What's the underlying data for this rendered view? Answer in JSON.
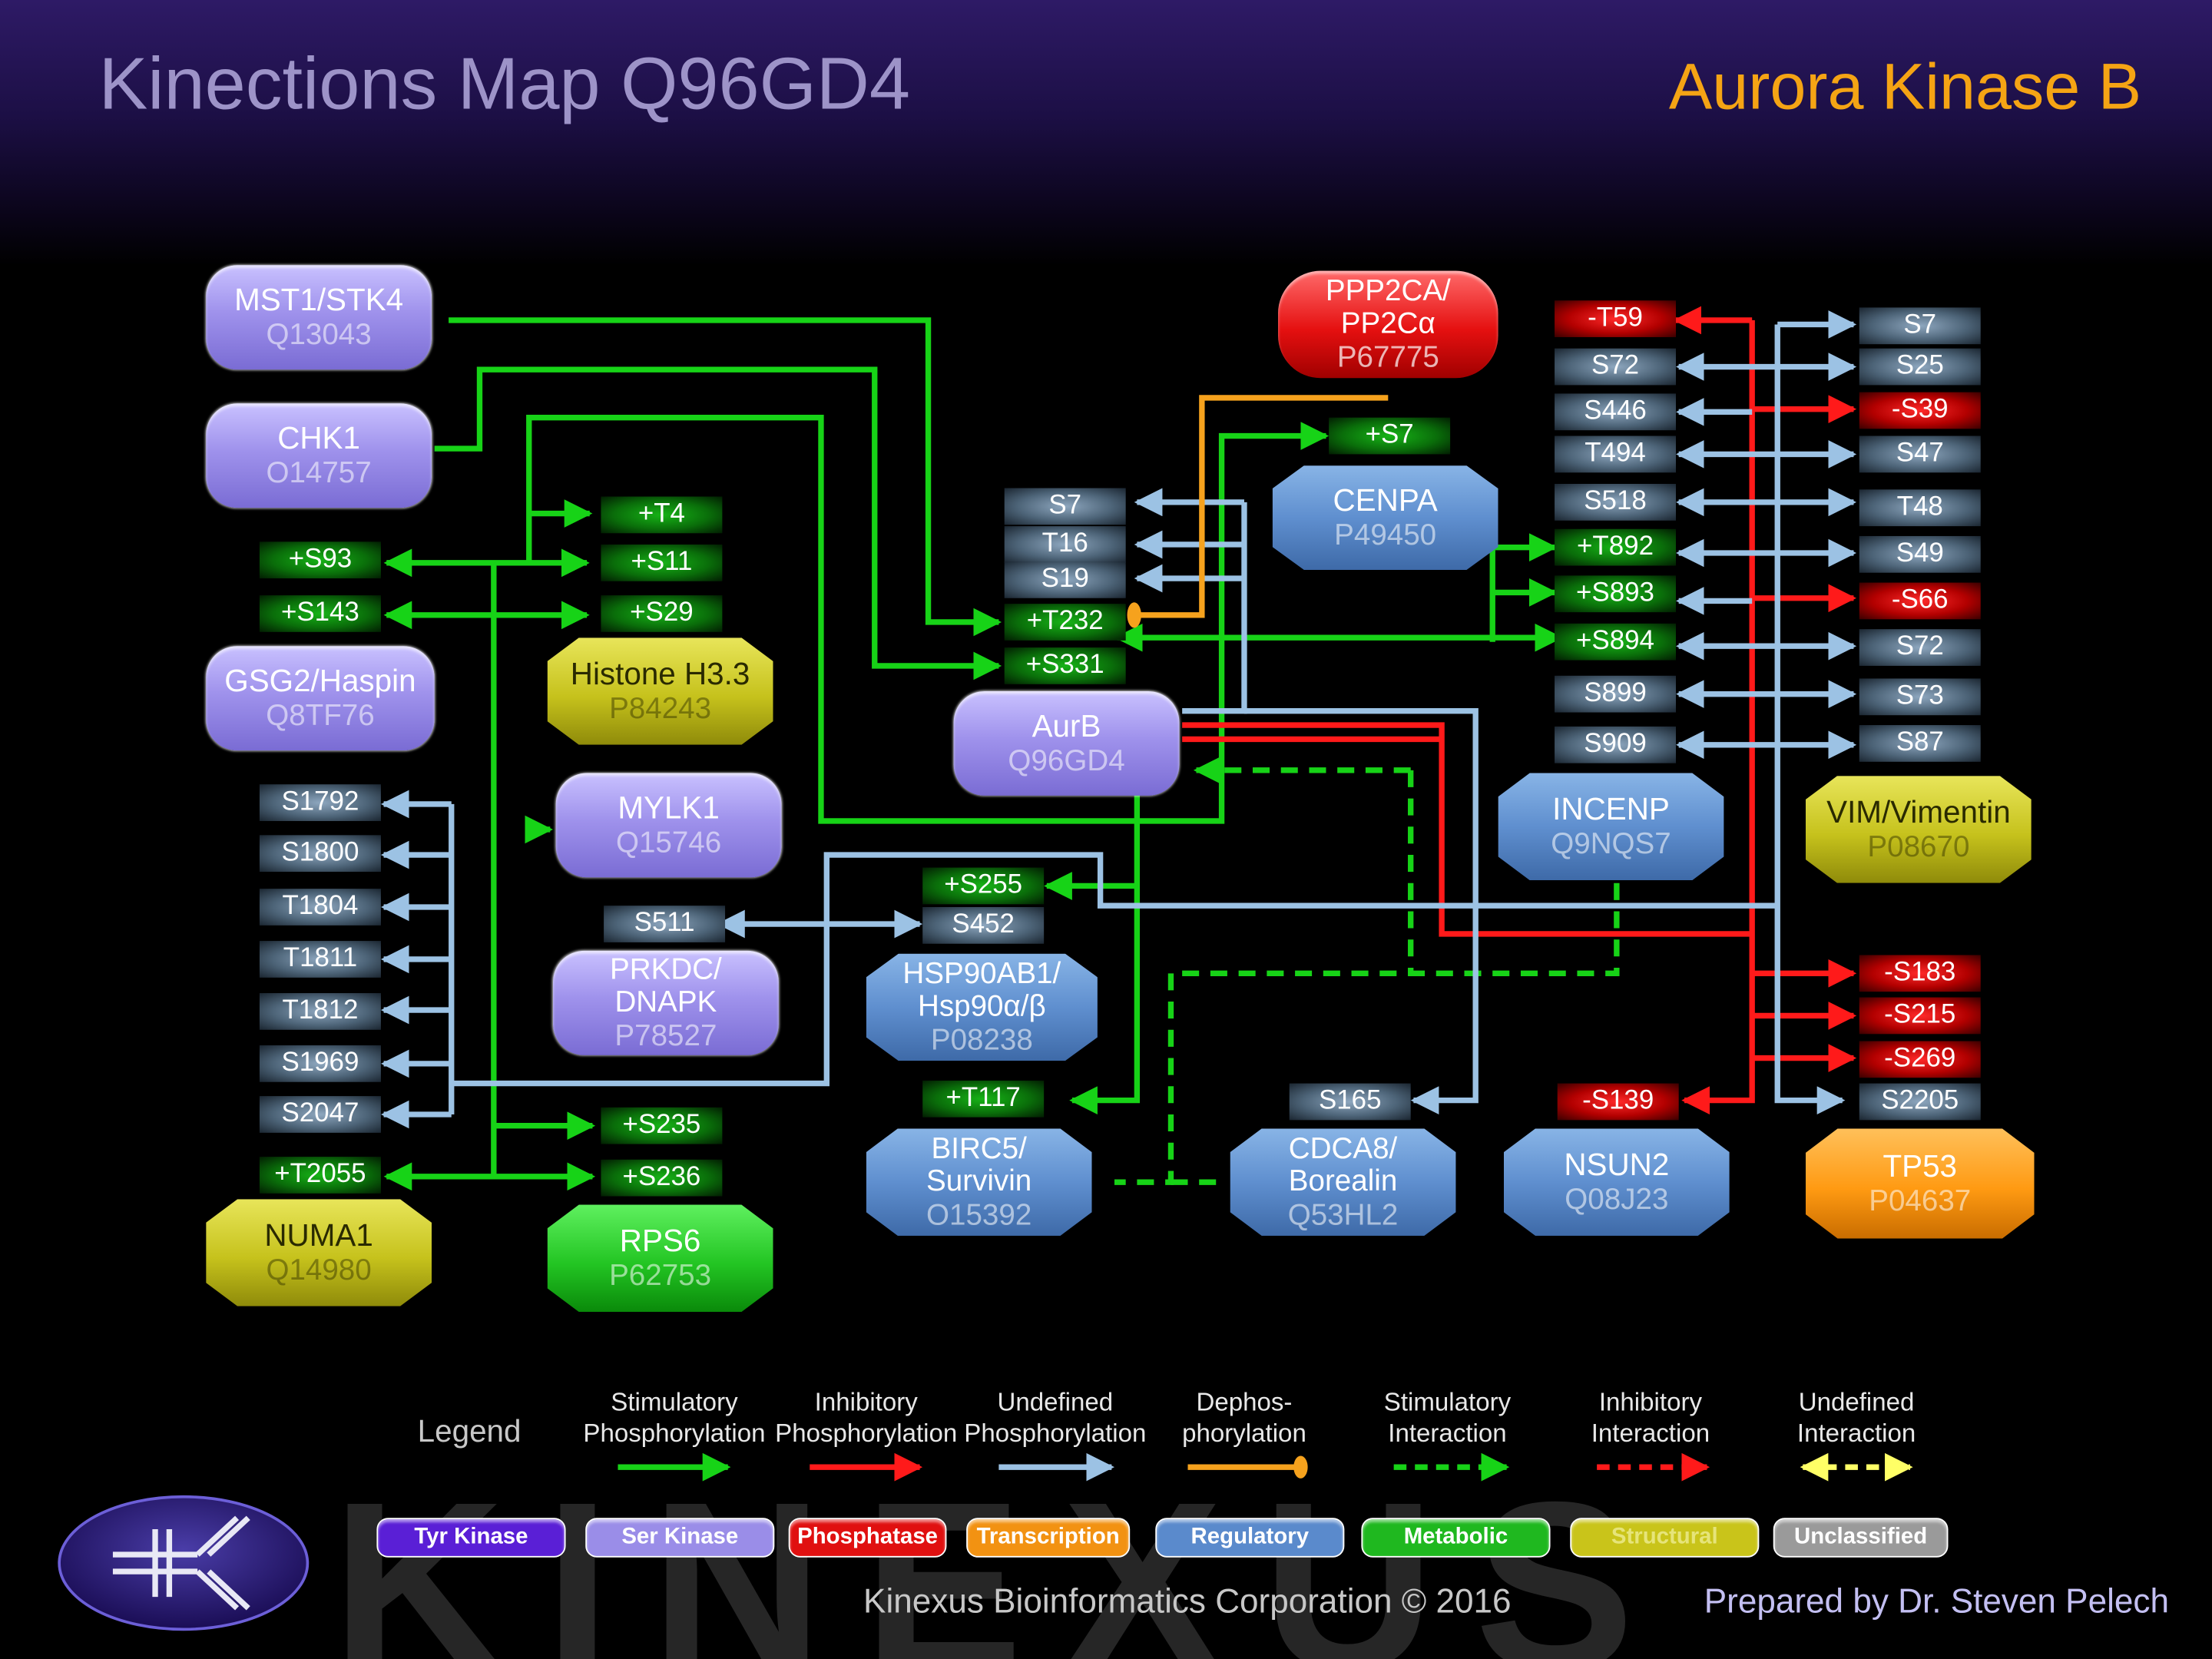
{
  "header": {
    "title": "Kinections Map Q96GD4",
    "subtitle": "Aurora Kinase B"
  },
  "nodes": {
    "mst1": {
      "name": "MST1/STK4",
      "acc": "Q13043"
    },
    "chk1": {
      "name": "CHK1",
      "acc": "O14757"
    },
    "haspin": {
      "name": "GSG2/Haspin",
      "acc": "Q8TF76"
    },
    "h33": {
      "name": "Histone H3.3",
      "acc": "P84243"
    },
    "mylk1": {
      "name": "MYLK1",
      "acc": "Q15746"
    },
    "prkdc_1": "PRKDC/",
    "prkdc_2": "DNAPK",
    "prkdc_acc": "P78527",
    "numa1": {
      "name": "NUMA1",
      "acc": "Q14980"
    },
    "rps6": {
      "name": "RPS6",
      "acc": "P62753"
    },
    "pp2ca_1": "PPP2CA/",
    "pp2ca_2": "PP2Cα",
    "pp2ca_acc": "P67775",
    "cenpa": {
      "name": "CENPA",
      "acc": "P49450"
    },
    "aurb": {
      "name": "AurB",
      "acc": "Q96GD4"
    },
    "hsp90_1": "HSP90AB1/",
    "hsp90_2": "Hsp90α/β",
    "hsp90_acc": "P08238",
    "birc5_1": "BIRC5/",
    "birc5_2": "Survivin",
    "birc5_acc": "O15392",
    "cdca8_1": "CDCA8/",
    "cdca8_2": "Borealin",
    "cdca8_acc": "Q53HL2",
    "incenp": {
      "name": "INCENP",
      "acc": "Q9NQS7"
    },
    "nsun2": {
      "name": "NSUN2",
      "acc": "Q08J23"
    },
    "vim": {
      "name": "VIM/Vimentin",
      "acc": "P08670"
    },
    "tp53": {
      "name": "TP53",
      "acc": "P04637"
    }
  },
  "sites": {
    "h3_t4": "+T4",
    "h3_s11": "+S11",
    "h3_s29": "+S29",
    "has_s93": "+S93",
    "has_s143": "+S143",
    "numa": [
      "S1792",
      "S1800",
      "T1804",
      "T1811",
      "T1812",
      "S1969",
      "S2047",
      "+T2055"
    ],
    "rps6_s235": "+S235",
    "rps6_s236": "+S236",
    "aurb": [
      "S7",
      "T16",
      "S19",
      "+T232",
      "+S331"
    ],
    "cenpa_s7": "+S7",
    "hsp_s255": "+S255",
    "hsp_s452": "S452",
    "prkdc_s511": "S511",
    "birc5_t117": "+T117",
    "cdca8_s165": "S165",
    "incenp": [
      "-T59",
      "S72",
      "S446",
      "T494",
      "S518",
      "+T892",
      "+S893",
      "+S894",
      "S899",
      "S909"
    ],
    "vim": [
      "S7",
      "S25",
      "-S39",
      "S47",
      "T48",
      "S49",
      "-S66",
      "S72",
      "S73",
      "S87"
    ],
    "tp53": [
      "-S183",
      "-S215",
      "-S269",
      "S2205"
    ],
    "nsun2_s139": "-S139"
  },
  "legend": {
    "heading": "Legend",
    "lines": [
      {
        "l1": "Stimulatory",
        "l2": "Phosphorylation",
        "color": "#17d317"
      },
      {
        "l1": "Inhibitory",
        "l2": "Phosphorylation",
        "color": "#ff1a1a"
      },
      {
        "l1": "Undefined",
        "l2": "Phosphorylation",
        "color": "#9cc2e4"
      },
      {
        "l1": "Dephos-",
        "l2": "phorylation",
        "color": "#f6a21d"
      },
      {
        "l1": "Stimulatory",
        "l2": "Interaction",
        "color": "#17d317"
      },
      {
        "l1": "Inhibitory",
        "l2": "Interaction",
        "color": "#ff1a1a"
      },
      {
        "l1": "Undefined",
        "l2": "Interaction",
        "color": "#ffff66"
      }
    ],
    "chips": [
      {
        "label": "Tyr Kinase",
        "color": "#5a1fd6"
      },
      {
        "label": "Ser Kinase",
        "color": "#9a8de8"
      },
      {
        "label": "Phosphatase",
        "color": "#e01010"
      },
      {
        "label": "Transcription",
        "color": "#f29212"
      },
      {
        "label": "Regulatory",
        "color": "#5a8acc"
      },
      {
        "label": "Metabolic",
        "color": "#1fb81f"
      },
      {
        "label": "Structural",
        "color": "#c9c41a"
      },
      {
        "label": "Unclassified",
        "color": "#9a9a9a"
      }
    ]
  },
  "footer": {
    "left": "Kinexus Bioinformatics Corporation © 2016",
    "right": "Prepared by Dr. Steven Pelech",
    "watermark": "KINEXUS"
  }
}
